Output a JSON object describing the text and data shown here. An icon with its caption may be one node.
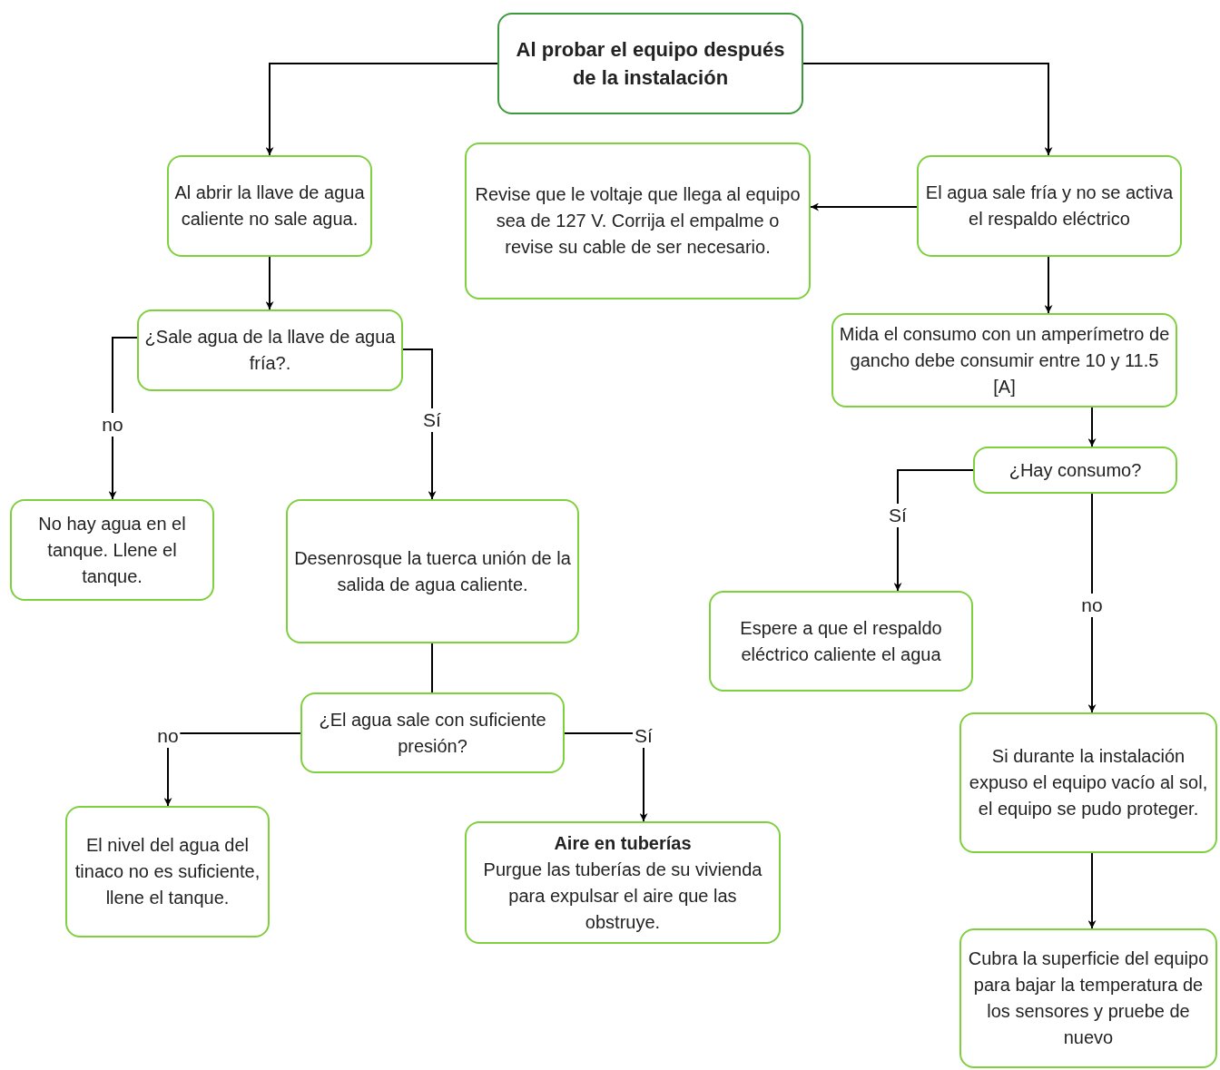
{
  "diagram": {
    "nodes": [
      {
        "text": [
          "Al probar el equipo después de la instalación"
        ]
      },
      {
        "text": [
          "Al abrir la llave de agua caliente no sale agua."
        ]
      },
      {
        "text": [
          "Revise que le voltaje que llega al equipo sea de 127 V. Corrija el empalme o revise su cable de ser necesario."
        ]
      },
      {
        "text": [
          "El agua sale fría y no se activa el respaldo eléctrico"
        ]
      },
      {
        "text": [
          "¿Sale agua de la llave de agua fría?."
        ]
      },
      {
        "text": [
          "Mida el consumo con un amperímetro de gancho debe consumir entre 10 y 11.5 [A]"
        ]
      },
      {
        "text": [
          "¿Hay consumo?"
        ]
      },
      {
        "text": [
          "No hay agua en el tanque. Llene el tanque."
        ]
      },
      {
        "text": [
          "Desenrosque la tuerca unión de la salida de agua caliente."
        ]
      },
      {
        "text": [
          "Espere a que el respaldo eléctrico caliente el agua"
        ]
      },
      {
        "text": [
          "¿El agua sale con suficiente presión?"
        ]
      },
      {
        "text": [
          "Si durante la instalación expuso el equipo vacío al sol, el equipo se pudo proteger."
        ]
      },
      {
        "text": [
          "El nivel del agua del tinaco no es suficiente, llene el tanque."
        ]
      },
      {
        "text": [
          "Aire en tuberías",
          "Purgue las tuberías de su vivienda para expulsar el aire que las obstruye."
        ]
      },
      {
        "text": [
          "Cubra la superficie del equipo para bajar la temperatura de los sensores y pruebe de nuevo"
        ]
      }
    ],
    "edges": [
      {
        "from": 0,
        "to": 1,
        "arrow": "to"
      },
      {
        "from": 0,
        "to": 3,
        "arrow": "to"
      },
      {
        "from": 3,
        "to": 2,
        "arrow": "to"
      },
      {
        "from": 1,
        "to": 4,
        "arrow": "to"
      },
      {
        "from": 3,
        "to": 5,
        "arrow": "to"
      },
      {
        "from": 4,
        "to": 7,
        "arrow": "to",
        "label": "no"
      },
      {
        "from": 4,
        "to": 8,
        "arrow": "to",
        "label": "Sí"
      },
      {
        "from": 5,
        "to": 6,
        "arrow": "to"
      },
      {
        "from": 6,
        "to": 9,
        "arrow": "to",
        "label": "Sí"
      },
      {
        "from": 6,
        "to": 11,
        "arrow": "to",
        "label": "no"
      },
      {
        "from": 8,
        "to": 10,
        "arrow": "none"
      },
      {
        "from": 10,
        "to": 12,
        "arrow": "to",
        "label": "no"
      },
      {
        "from": 10,
        "to": 13,
        "arrow": "to",
        "label": "Sí"
      },
      {
        "from": 11,
        "to": 14,
        "arrow": "to"
      }
    ]
  }
}
